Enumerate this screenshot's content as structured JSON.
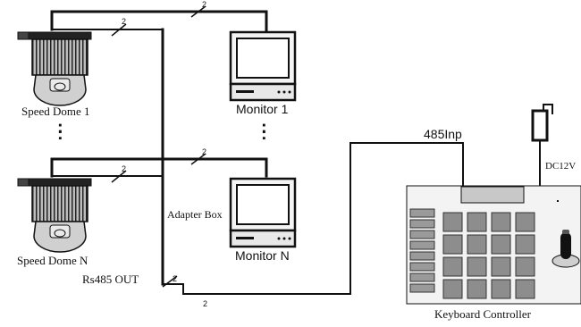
{
  "devices": {
    "speed_dome_1": "Speed Dome 1",
    "speed_dome_n": "Speed Dome N",
    "monitor_1": "Monitor 1",
    "monitor_n": "Monitor N",
    "keyboard_controller": "Keyboard Controller"
  },
  "connections": {
    "adapter_box": "Adapter Box",
    "rs485_out": "Rs485 OUT",
    "input_485": "485Inp",
    "power": "DC12V"
  },
  "wire_marks": [
    "2",
    "2",
    "2",
    "2",
    "2",
    "2"
  ],
  "ellipsis": ":"
}
